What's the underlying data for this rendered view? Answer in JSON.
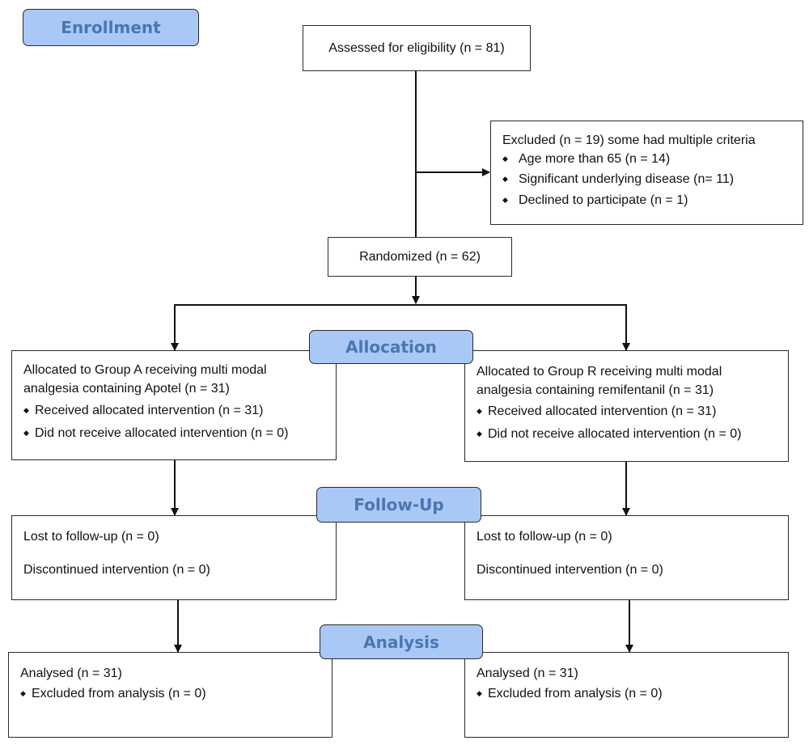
{
  "stages": {
    "enrollment": "Enrollment",
    "allocation": "Allocation",
    "followup": "Follow-Up",
    "analysis": "Analysis"
  },
  "assessed": "Assessed for eligibility (n = 81)",
  "excluded": {
    "title": "Excluded (n = 19) some had multiple criteria",
    "items": [
      "Age more than 65 (n = 14)",
      "Significant underlying disease (n= 11)",
      "Declined to participate (n = 1)"
    ]
  },
  "randomized": "Randomized (n = 62)",
  "group_a": {
    "line1": "Allocated to Group A receiving multi modal",
    "line2": "analgesia containing Apotel (n = 31)",
    "items": [
      "Received allocated intervention (n = 31)",
      "Did not receive allocated intervention (n = 0)"
    ],
    "lost": "Lost to follow-up  (n = 0)",
    "discontinued": "Discontinued intervention (n = 0)",
    "analysed": "Analysed (n = 31)",
    "excluded_analysis": "Excluded from analysis (n = 0)"
  },
  "group_r": {
    "line1": "Allocated to Group R receiving multi modal",
    "line2": "analgesia containing   remifentanil (n = 31)",
    "items": [
      "Received allocated intervention (n = 31)",
      "Did not receive allocated intervention (n = 0)"
    ],
    "lost": "Lost to follow-up  (n = 0)",
    "discontinued": "Discontinued intervention (n = 0)",
    "analysed": "Analysed (n = 31)",
    "excluded_analysis": "Excluded from analysis (n = 0)"
  }
}
